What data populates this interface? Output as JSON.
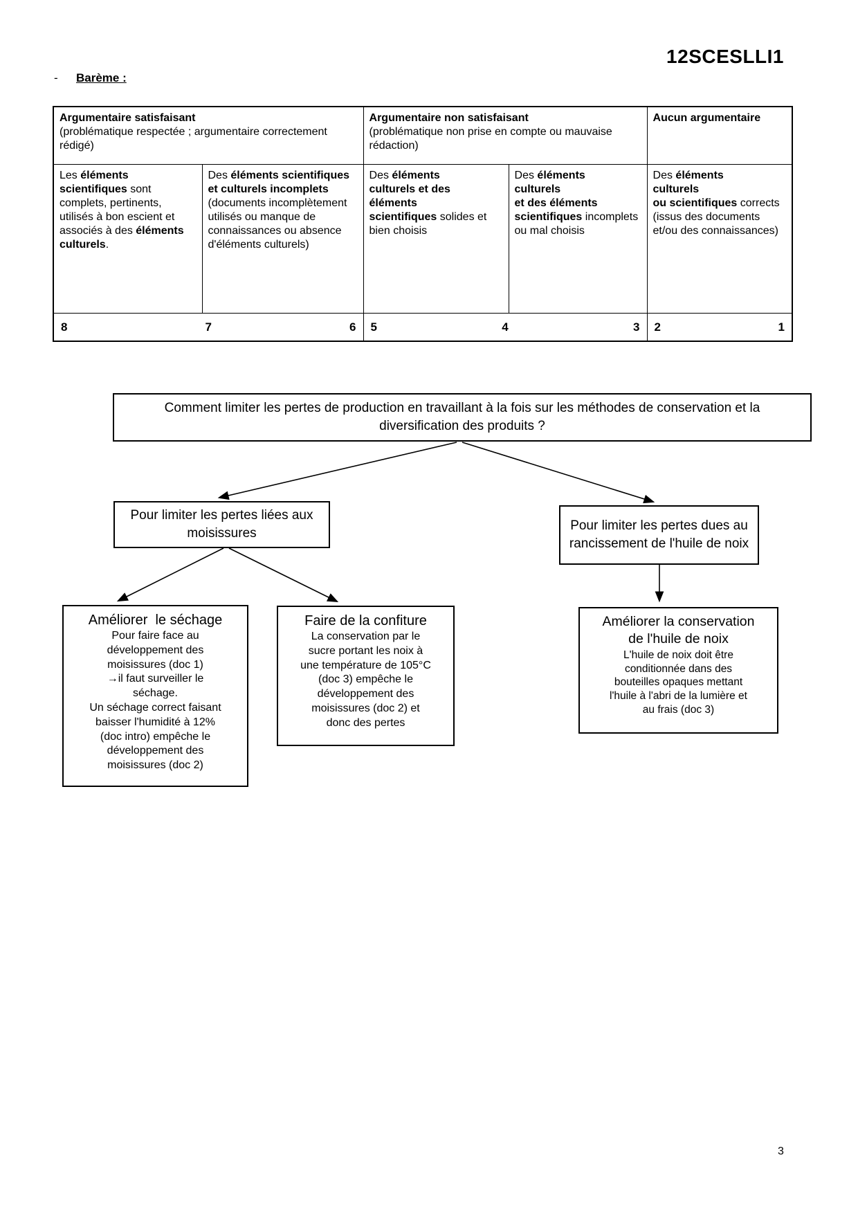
{
  "page": {
    "doc_code": "12SCESLLI1",
    "list_marker": "-",
    "section_label": "Barème :",
    "page_number": "3"
  },
  "bareme_table": {
    "header_cells": [
      {
        "segments": [
          {
            "t": "Argumentaire satisfaisant",
            "b": true
          },
          {
            "t": "\n(problématique respectée ; argumentaire correctement rédigé)",
            "b": false
          }
        ]
      },
      {
        "segments": [
          {
            "t": "Argumentaire non satisfaisant",
            "b": true
          },
          {
            "t": "\n(problématique non prise en compte ou mauvaise rédaction)",
            "b": false
          }
        ]
      },
      {
        "segments": [
          {
            "t": "Aucun argumentaire",
            "b": true
          }
        ]
      }
    ],
    "criteria_cells": [
      {
        "segments": [
          {
            "t": "Les ",
            "b": false
          },
          {
            "t": "éléments scientifiques",
            "b": true
          },
          {
            "t": " sont complets, pertinents, utilisés à bon escient et associés à des ",
            "b": false
          },
          {
            "t": "éléments culturels",
            "b": true
          },
          {
            "t": ".",
            "b": false
          }
        ]
      },
      {
        "segments": [
          {
            "t": "Des ",
            "b": false
          },
          {
            "t": "éléments scientifiques et culturels incomplets",
            "b": true
          },
          {
            "t": " (documents incomplètement utilisés ou manque de connaissances ou absence d'éléments culturels)",
            "b": false
          }
        ]
      },
      {
        "segments": [
          {
            "t": "Des ",
            "b": false
          },
          {
            "t": "éléments\nculturels et des\néléments\nscientifiques",
            "b": true
          },
          {
            "t": " solides et bien choisis",
            "b": false
          }
        ]
      },
      {
        "segments": [
          {
            "t": "Des ",
            "b": false
          },
          {
            "t": "éléments\nculturels\net des éléments\nscientifiques",
            "b": true
          },
          {
            "t": " incomplets ou mal choisis",
            "b": false
          }
        ]
      },
      {
        "segments": [
          {
            "t": "Des ",
            "b": false
          },
          {
            "t": "éléments\nculturels\nou scientifiques",
            "b": true
          },
          {
            "t": " corrects (issus des documents et/ou des connaissances)",
            "b": false
          }
        ]
      }
    ],
    "score_rows": {
      "satisfaisant": [
        "8",
        "7",
        "6"
      ],
      "non_satisfaisant": [
        "5",
        "4",
        "3"
      ],
      "aucun": [
        "2",
        "1"
      ]
    }
  },
  "flowchart": {
    "question": "Comment limiter les pertes de production en travaillant à la fois sur les méthodes de conservation et la diversification des produits ?",
    "branch_moisissures": "Pour limiter les pertes liées aux moisissures",
    "branch_rancissement": "Pour limiter les pertes dues au rancissement de l'huile de noix",
    "leaf_sechage": {
      "title": "Améliorer  le séchage",
      "body": "Pour faire face au\ndéveloppement des\nmoisissures (doc 1)\n→il faut surveiller le\nséchage.\nUn séchage correct faisant\nbaisser l'humidité à 12%\n(doc intro) empêche le\ndéveloppement des\nmoisissures (doc 2)"
    },
    "leaf_confiture": {
      "title": "Faire de la confiture",
      "body": "La conservation par le\nsucre portant les noix à\nune température de 105°C\n(doc 3) empêche le\ndéveloppement des\nmoisissures (doc 2) et\ndonc des pertes"
    },
    "leaf_huile": {
      "title": "Améliorer la conservation\nde l'huile de noix",
      "body": "L'huile de noix doit être\nconditionnée dans des\nbouteilles opaques mettant\nl'huile à l'abri de la lumière et\nau frais (doc 3)"
    }
  }
}
